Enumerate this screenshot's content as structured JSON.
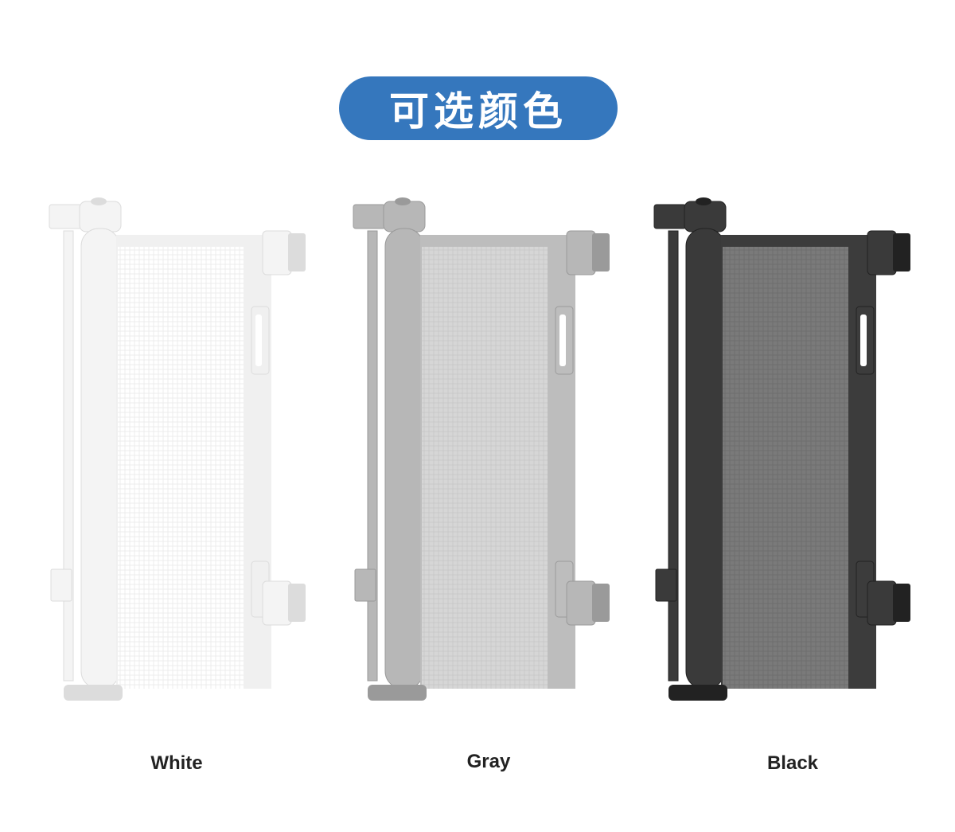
{
  "header": {
    "title": "可选颜色"
  },
  "colors": [
    {
      "label": "White",
      "frame": "#f4f4f4",
      "frame_dark": "#dcdcdc",
      "mesh": "#ffffff",
      "mesh_border": "#f0f0f0",
      "mesh_line": "#e9e9e9"
    },
    {
      "label": "Gray",
      "frame": "#b7b7b7",
      "frame_dark": "#9a9a9a",
      "mesh": "#d6d6d6",
      "mesh_border": "#bdbdbd",
      "mesh_line": "#c6c6c6"
    },
    {
      "label": "Black",
      "frame": "#3a3a3a",
      "frame_dark": "#222222",
      "mesh": "#7a7a7a",
      "mesh_border": "#3c3c3c",
      "mesh_line": "#6b6b6b"
    }
  ],
  "accent": "#3577bd"
}
